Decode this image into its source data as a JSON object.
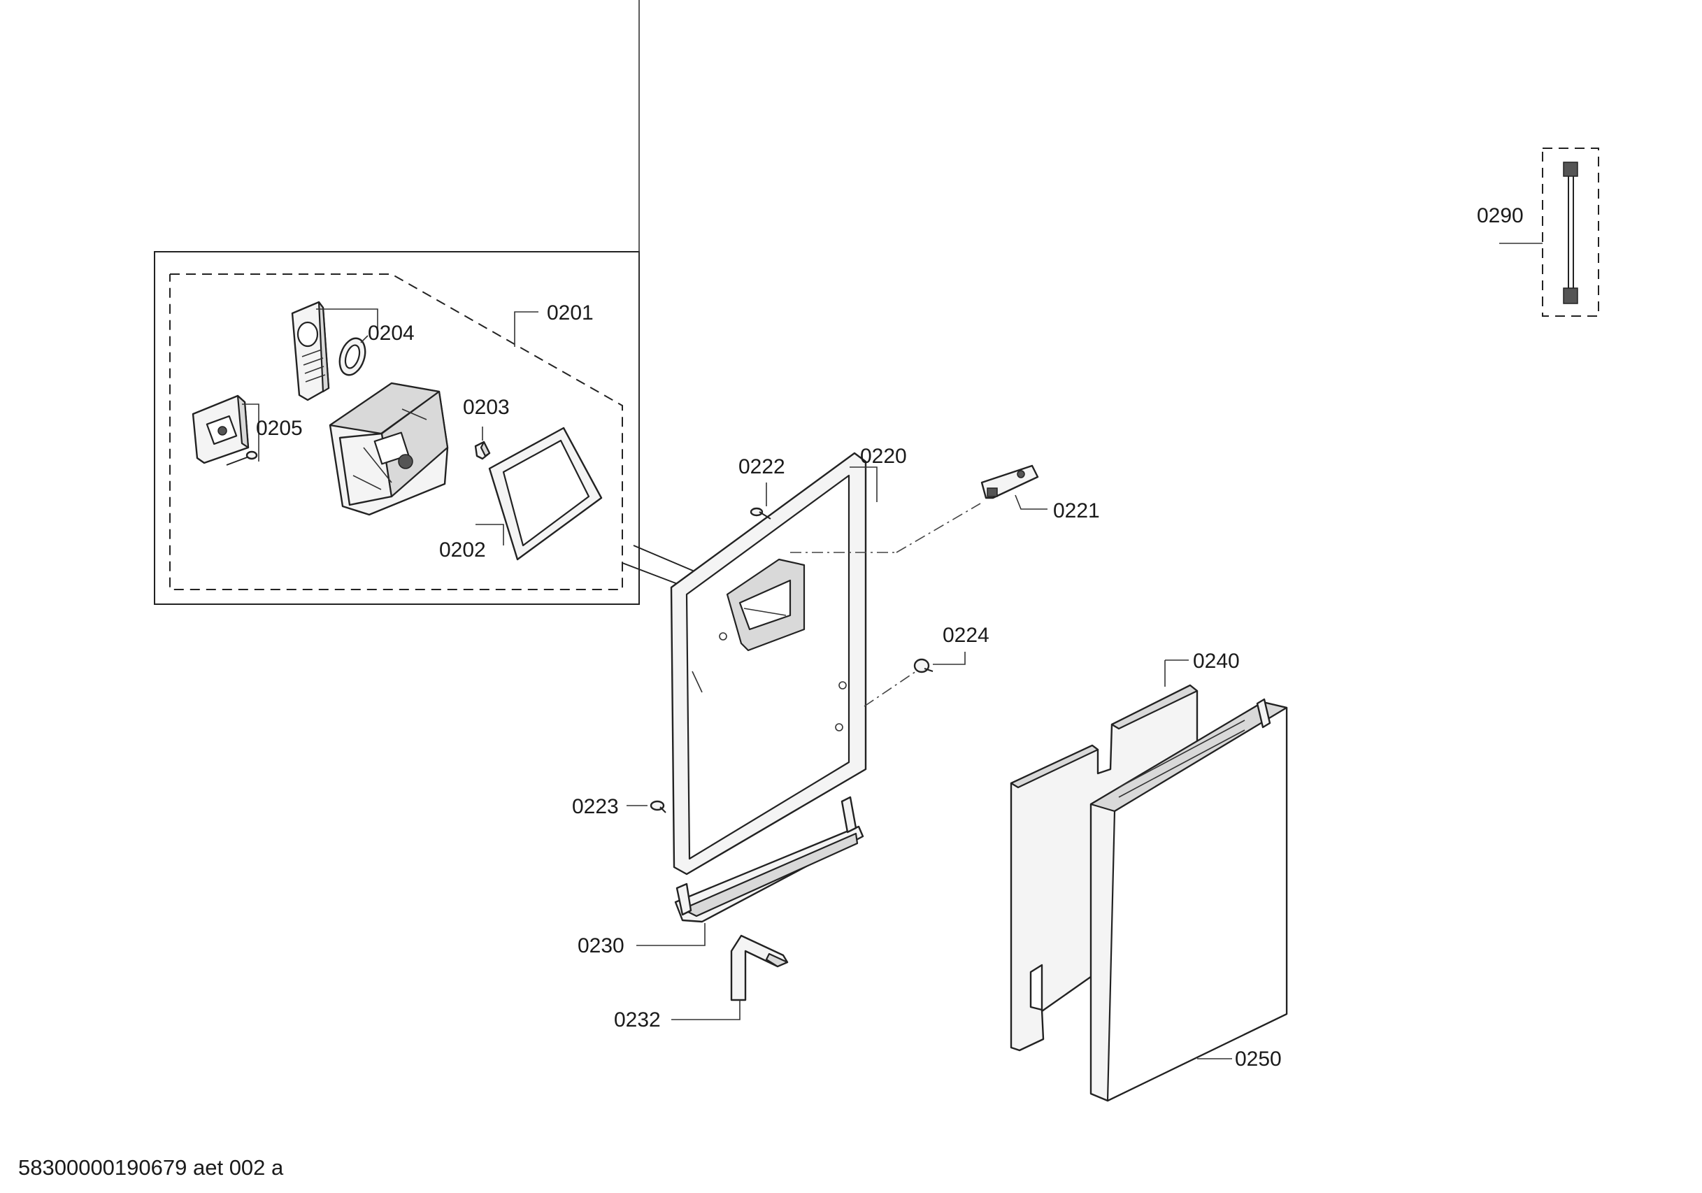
{
  "document_id": "58300000190679 aet 002 a",
  "callouts": {
    "p0201": "0201",
    "p0202": "0202",
    "p0203": "0203",
    "p0204": "0204",
    "p0205": "0205",
    "p0220": "0220",
    "p0221": "0221",
    "p0222": "0222",
    "p0223": "0223",
    "p0224": "0224",
    "p0230": "0230",
    "p0232": "0232",
    "p0240": "0240",
    "p0250": "0250",
    "p0290": "0290"
  },
  "colors": {
    "line": "#222222",
    "part_fill": "#f4f4f4",
    "shade_fill": "#d9d9d9",
    "background": "#ffffff"
  }
}
